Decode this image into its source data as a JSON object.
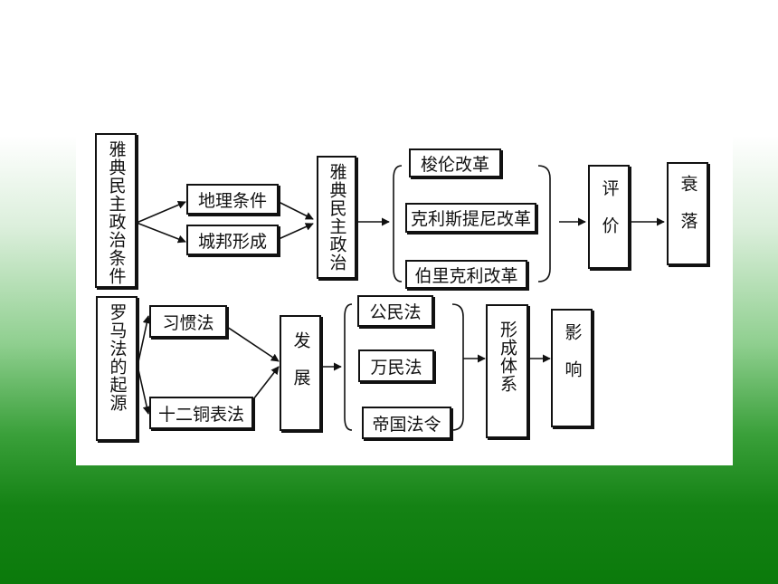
{
  "colors": {
    "stroke": "#111111",
    "panel_bg": "#ffffff",
    "gradient_bottom": "#0b7a0b"
  },
  "athens": {
    "conditions_title": "雅典民主政治条件",
    "condition_1": "地理条件",
    "condition_2": "城邦形成",
    "politics": "雅典民主政治",
    "reform_1": "梭伦改革",
    "reform_2": "克利斯提尼改革",
    "reform_3": "伯里克利改革",
    "evaluation": "评价",
    "decline": "衰落"
  },
  "rome": {
    "origin_title": "罗马法的起源",
    "origin_1": "习惯法",
    "origin_2": "十二铜表法",
    "development": "发展",
    "law_1": "公民法",
    "law_2": "万民法",
    "law_3": "帝国法令",
    "system": "形成体系",
    "influence": "影响"
  }
}
